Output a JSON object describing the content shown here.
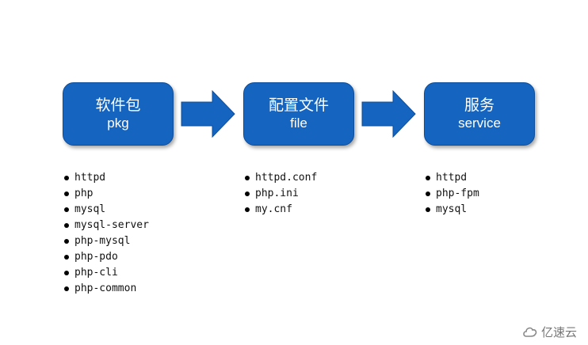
{
  "steps": [
    {
      "title_zh": "软件包",
      "title_en": "pkg"
    },
    {
      "title_zh": "配置文件",
      "title_en": "file"
    },
    {
      "title_zh": "服务",
      "title_en": "service"
    }
  ],
  "lists": {
    "pkg": [
      "httpd",
      "php",
      "mysql",
      "mysql-server",
      "php-mysql",
      "php-pdo",
      "php-cli",
      "php-common"
    ],
    "file": [
      "httpd.conf",
      "php.ini",
      "my.cnf"
    ],
    "service": [
      "httpd",
      "php-fpm",
      "mysql"
    ]
  },
  "watermark": "亿速云",
  "colors": {
    "box": "#1565c0",
    "arrow": "#1565c0",
    "text": "#ffffff"
  },
  "icons": {
    "arrow": "right-arrow-icon",
    "bullet": "bullet-dot-icon",
    "logo": "cloud-logo-icon"
  }
}
